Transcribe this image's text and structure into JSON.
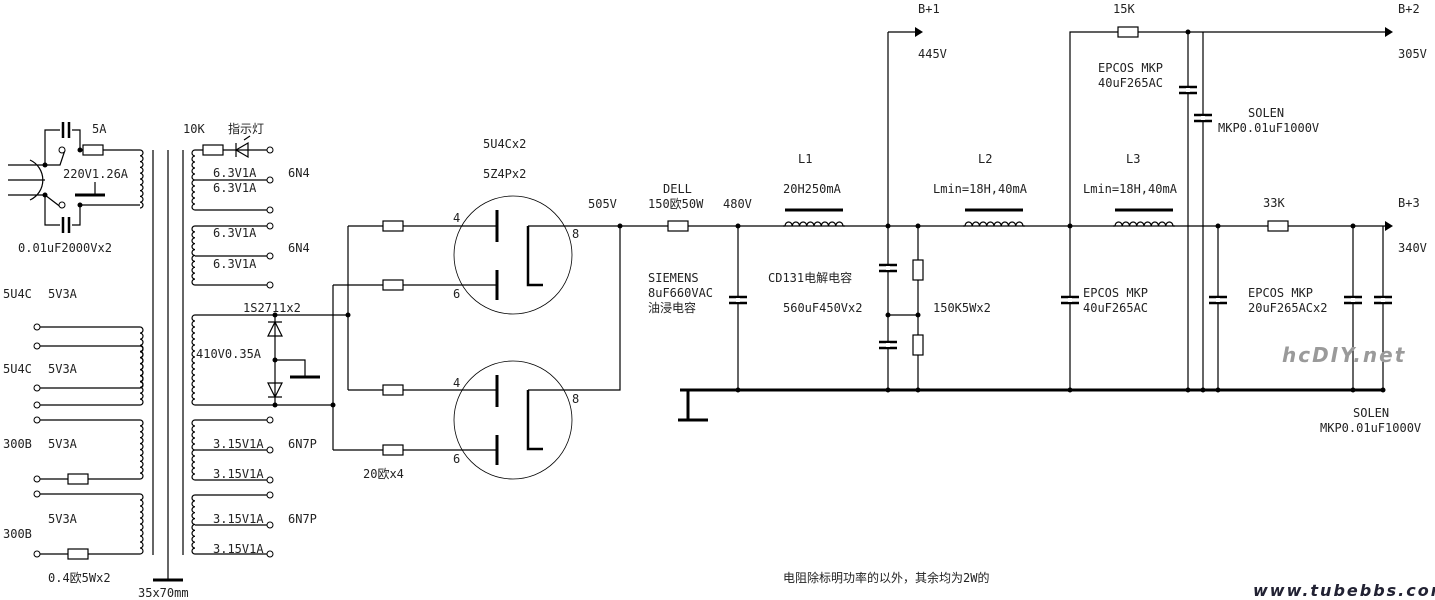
{
  "labels": {
    "fuse": "5A",
    "primary": "220V1.26A",
    "caps_in": "0.01uF2000Vx2",
    "r_lamp": "10K",
    "lamp": "指示灯",
    "h1a": "6.3V1A",
    "h1b": "6.3V1A",
    "t1": "6N4",
    "h2a": "6.3V1A",
    "h2b": "6.3V1A",
    "t2": "6N4",
    "diodes": "1S2711x2",
    "hv": "410V0.35A",
    "h3a": "3.15V1A",
    "h3b": "3.15V1A",
    "t3": "6N7P",
    "h4a": "3.15V1A",
    "h4b": "3.15V1A",
    "t4": "6N7P",
    "f1_tube": "5U4C",
    "f1_v": "5V3A",
    "f2_tube": "5U4C",
    "f2_v": "5V3A",
    "f3_tube": "300B",
    "f3_v": "5V3A",
    "f4_tube": "300B",
    "f4_v": "5V3A",
    "r_fil": "0.4欧5Wx2",
    "core": "35x70mm",
    "rect1": "5U4Cx2",
    "rect2": "5Z4Px2",
    "pin4a": "4",
    "pin6a": "6",
    "pin8a": "8",
    "pin4b": "4",
    "pin6b": "6",
    "pin8b": "8",
    "r_plate": "20欧x4",
    "v505": "505V",
    "dell1": "DELL",
    "dell2": "150欧50W",
    "v480": "480V",
    "siemens1": "SIEMENS",
    "siemens2": "8uF660VAC",
    "siemens3": "油浸电容",
    "l1": "L1",
    "l1v": "20H250mA",
    "cd1": "CD131电解电容",
    "cd2": "560uF450Vx2",
    "r150k": "150K5Wx2",
    "bp1": "B+1",
    "v445": "445V",
    "l2": "L2",
    "l2v": "Lmin=18H,40mA",
    "l3": "L3",
    "l3v": "Lmin=18H,40mA",
    "r15k": "15K",
    "bp2": "B+2",
    "v305": "305V",
    "ep1a": "EPCOS MKP",
    "ep1b": "40uF265AC",
    "sol1a": "SOLEN",
    "sol1b": "MKP0.01uF1000V",
    "ep2a": "EPCOS MKP",
    "ep2b": "40uF265AC",
    "ep3a": "EPCOS MKP",
    "ep3b": "20uF265ACx2",
    "r33k": "33K",
    "bp3": "B+3",
    "v340": "340V",
    "sol2a": "SOLEN",
    "sol2b": "MKP0.01uF1000V",
    "note": "电阻除标明功率的以外，其余均为2W的",
    "watermark": "www.tubebbs.com",
    "logo": "hcDIY.net"
  }
}
